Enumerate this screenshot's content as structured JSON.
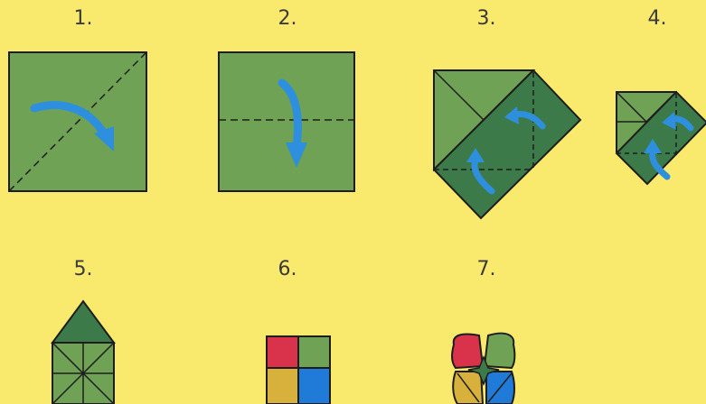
{
  "steps": [
    {
      "label": "1."
    },
    {
      "label": "2."
    },
    {
      "label": "3."
    },
    {
      "label": "4."
    },
    {
      "label": "5."
    },
    {
      "label": "6."
    },
    {
      "label": "7."
    }
  ],
  "colors": {
    "background": "#f9ea6e",
    "paper_light": "#6fa255",
    "paper_mid": "#5f9348",
    "paper_dark": "#3d7a4a",
    "outline": "#1d1d1d",
    "arrow": "#2e8fde",
    "red": "#d8334a",
    "yellow": "#d8b13c",
    "blue": "#1f7ad8",
    "green": "#6fa255"
  }
}
